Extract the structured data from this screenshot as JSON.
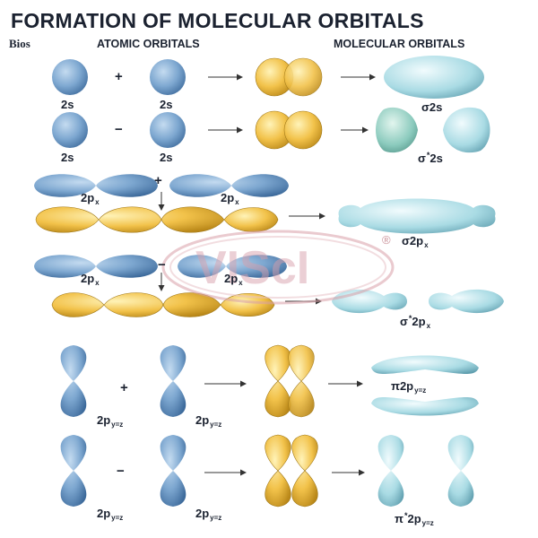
{
  "title": "FORMATION OF MOLECULAR ORBITALS",
  "publisher_mark": "Bios",
  "headers": {
    "atomic": "ATOMIC ORBITALS",
    "molecular": "MOLECULAR ORBITALS"
  },
  "watermark": {
    "text": "VIScI",
    "symbol": "®"
  },
  "operators": {
    "plus": "+",
    "minus": "−"
  },
  "labels": {
    "s": "2s",
    "p_base": "2p",
    "p_x_sub": "x",
    "p_yz_sub": "y=z",
    "sigma_2s": "σ2s",
    "sigma_star_2s": "σ",
    "sigma_2px": "σ2p",
    "sigma_star_2px": "σ",
    "pi_2pyz": "π2p",
    "pi_star_2pyz": "π",
    "star": "*",
    "star_suffix_2s": "2s",
    "star_suffix_2p": "2p"
  },
  "colors": {
    "blue_orbital": "#6f9cc8",
    "yellow_orbital": "#f2c24a",
    "mo_cyan": "#9ed3dd",
    "watermark": "#e05a6a"
  }
}
